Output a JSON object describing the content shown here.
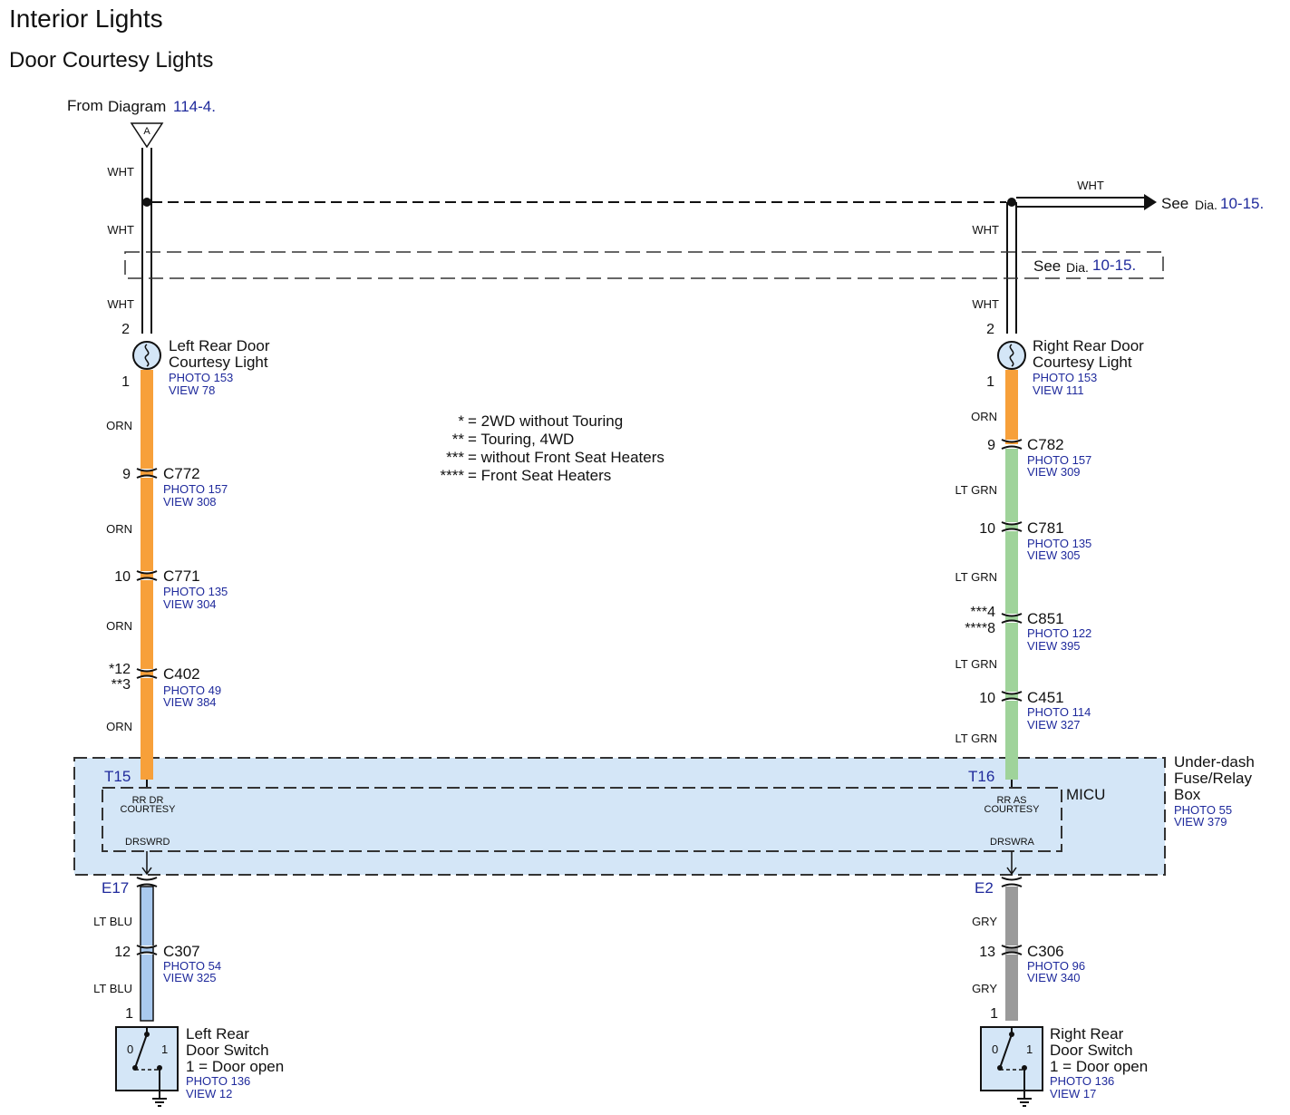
{
  "title": "Interior Lights",
  "subtitle": "Door Courtesy Lights",
  "source": {
    "prefix": "From",
    "diagram_word": "Diagram",
    "ref": "114-4.",
    "connector": "A"
  },
  "wire_colors": {
    "orange": "#f7a03a",
    "green": "#9fd39a",
    "lt_blue": "#a9c9ef",
    "gray": "#9a9a9a",
    "box_fill": "#d4e6f7"
  },
  "see_right": {
    "see": "See",
    "dia": "Dia.",
    "ref": "10-15.",
    "wire": "WHT"
  },
  "see_box": {
    "see": "See",
    "dia": "Dia.",
    "ref": "10-15."
  },
  "notes": [
    {
      "mark": "*",
      "text": "= 2WD without Touring"
    },
    {
      "mark": "**",
      "text": "= Touring, 4WD"
    },
    {
      "mark": "***",
      "text": "= without Front Seat Heaters"
    },
    {
      "mark": "****",
      "text": "= Front Seat Heaters"
    }
  ],
  "left": {
    "wht": [
      "WHT",
      "WHT",
      "WHT"
    ],
    "light": {
      "pin_top": "2",
      "pin_bottom": "1",
      "name1": "Left Rear Door",
      "name2": "Courtesy Light",
      "photo": "PHOTO 153",
      "view": "VIEW 78"
    },
    "orn": [
      "ORN",
      "ORN",
      "ORN",
      "ORN"
    ],
    "c772": {
      "pin": "9",
      "name": "C772",
      "photo": "PHOTO 157",
      "view": "VIEW 308"
    },
    "c771": {
      "pin": "10",
      "name": "C771",
      "photo": "PHOTO 135",
      "view": "VIEW 304"
    },
    "c402": {
      "pin1": "*12",
      "pin2": "**3",
      "name": "C402",
      "photo": "PHOTO 49",
      "view": "VIEW 384"
    },
    "terminal": "T15",
    "micu_top": [
      "RR DR",
      "COURTESY"
    ],
    "micu_bottom": "DRSWRD",
    "out_terminal": "E17",
    "ltblu": [
      "LT BLU",
      "LT BLU"
    ],
    "c307": {
      "pin": "12",
      "name": "C307",
      "photo": "PHOTO 54",
      "view": "VIEW 325"
    },
    "switch": {
      "pin": "1",
      "name1": "Left Rear",
      "name2": "Door Switch",
      "state": "1 = Door open",
      "photo": "PHOTO 136",
      "view": "VIEW 12",
      "s0": "0",
      "s1": "1"
    }
  },
  "right": {
    "wht": [
      "WHT",
      "WHT"
    ],
    "light": {
      "pin_top": "2",
      "pin_bottom": "1",
      "name1": "Right Rear Door",
      "name2": "Courtesy Light",
      "photo": "PHOTO 153",
      "view": "VIEW 111"
    },
    "orn": "ORN",
    "ltgrn": [
      "LT GRN",
      "LT GRN",
      "LT GRN",
      "LT GRN"
    ],
    "c782": {
      "pin": "9",
      "name": "C782",
      "photo": "PHOTO 157",
      "view": "VIEW 309"
    },
    "c781": {
      "pin": "10",
      "name": "C781",
      "photo": "PHOTO 135",
      "view": "VIEW 305"
    },
    "c851": {
      "pin1": "***4",
      "pin2": "****8",
      "name": "C851",
      "photo": "PHOTO 122",
      "view": "VIEW 395"
    },
    "c451": {
      "pin": "10",
      "name": "C451",
      "photo": "PHOTO 114",
      "view": "VIEW 327"
    },
    "terminal": "T16",
    "micu_top": [
      "RR AS",
      "COURTESY"
    ],
    "micu_bottom": "DRSWRA",
    "out_terminal": "E2",
    "gry": [
      "GRY",
      "GRY"
    ],
    "c306": {
      "pin": "13",
      "name": "C306",
      "photo": "PHOTO 96",
      "view": "VIEW 340"
    },
    "switch": {
      "pin": "1",
      "name1": "Right Rear",
      "name2": "Door Switch",
      "state": "1 = Door open",
      "photo": "PHOTO 136",
      "view": "VIEW 17",
      "s0": "0",
      "s1": "1"
    }
  },
  "micu": {
    "name": "MICU"
  },
  "fusebox": {
    "name1": "Under-dash",
    "name2": "Fuse/Relay",
    "name3": "Box",
    "photo": "PHOTO 55",
    "view": "VIEW 379"
  }
}
